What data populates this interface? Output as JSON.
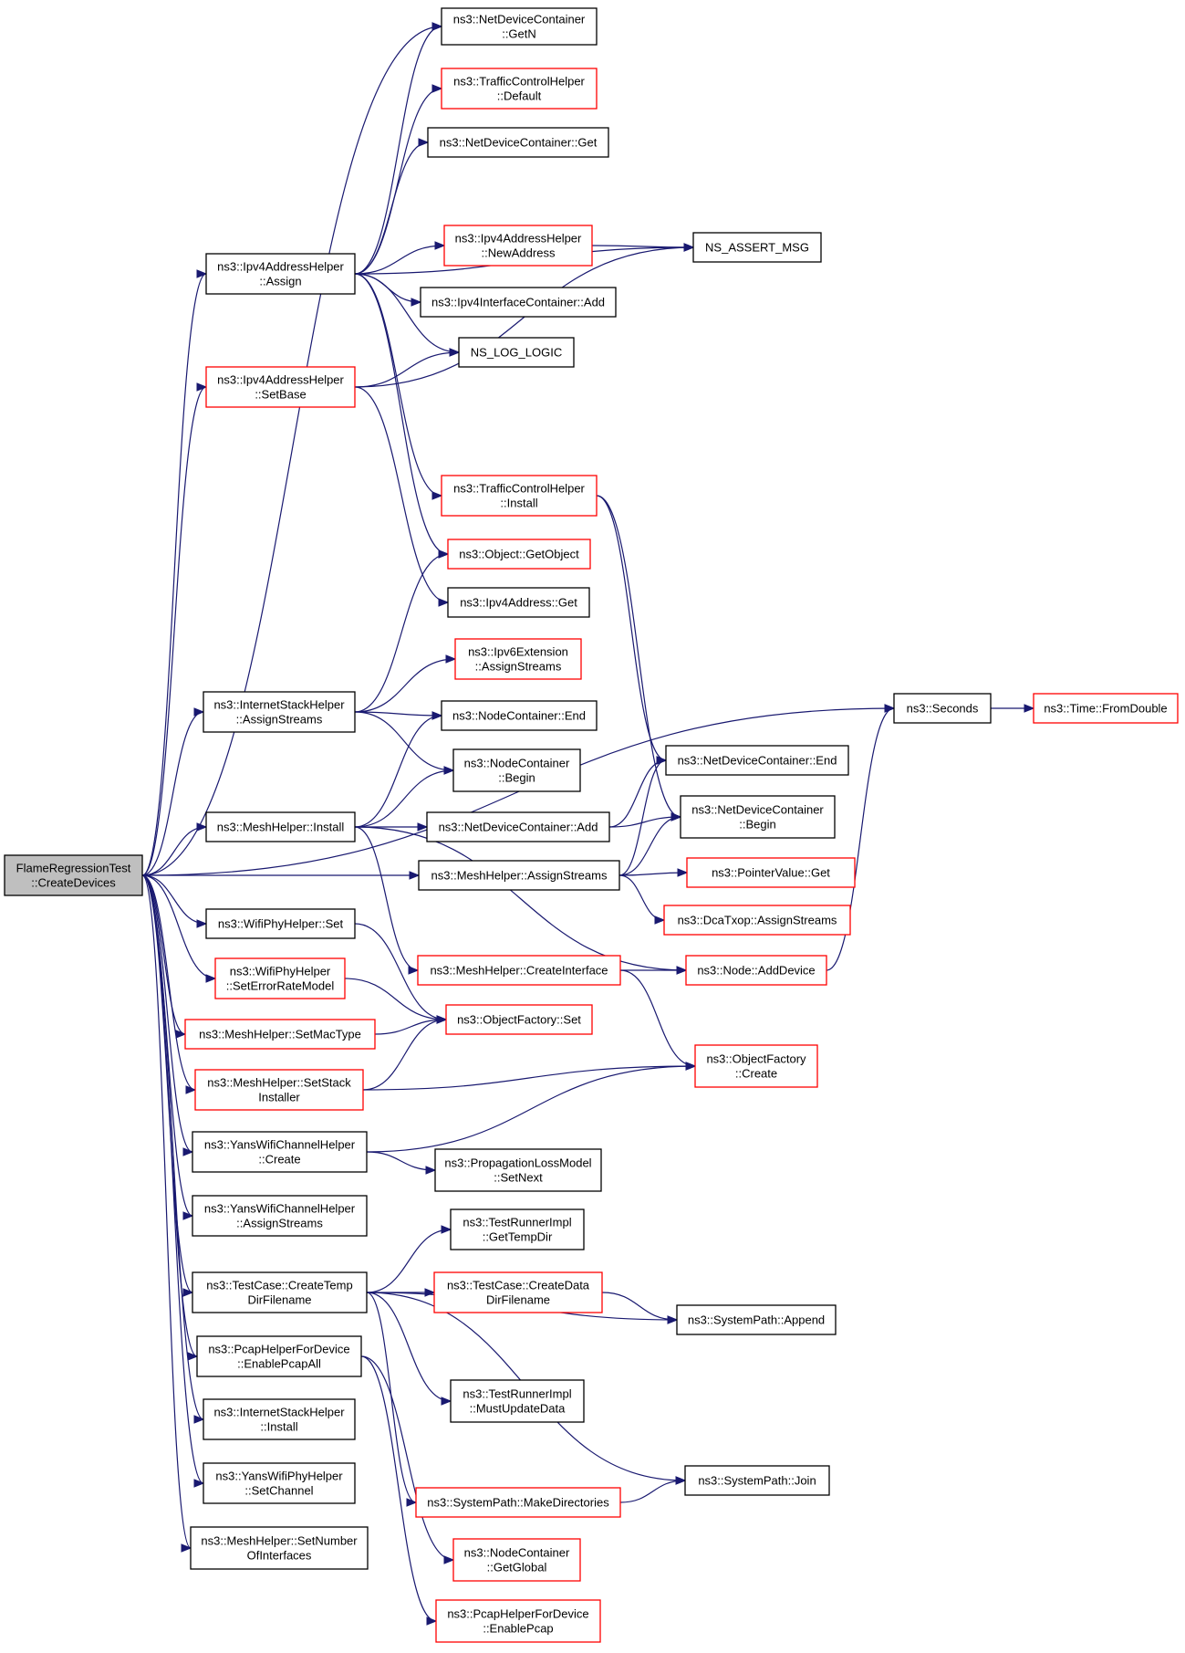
{
  "colors": {
    "edge": "#191970",
    "external_border": "#000000",
    "undocumented_border": "#ff0000",
    "root_fill": "#bfbfbf"
  },
  "nodes": [
    {
      "id": "root",
      "lines": [
        "FlameRegressionTest",
        "::CreateDevices"
      ],
      "style": "root"
    },
    {
      "id": "ndc_getn",
      "lines": [
        "ns3::NetDeviceContainer",
        "::GetN"
      ],
      "style": "black"
    },
    {
      "id": "tch_default",
      "lines": [
        "ns3::TrafficControlHelper",
        "::Default"
      ],
      "style": "red"
    },
    {
      "id": "ndc_get",
      "lines": [
        "ns3::NetDeviceContainer::Get"
      ],
      "style": "black"
    },
    {
      "id": "ns_assert",
      "lines": [
        "NS_ASSERT_MSG"
      ],
      "style": "black"
    },
    {
      "id": "ipv4ah_newaddr",
      "lines": [
        "ns3::Ipv4AddressHelper",
        "::NewAddress"
      ],
      "style": "red"
    },
    {
      "id": "ipv4ah_assign",
      "lines": [
        "ns3::Ipv4AddressHelper",
        "::Assign"
      ],
      "style": "black"
    },
    {
      "id": "ipv4ic_add",
      "lines": [
        "ns3::Ipv4InterfaceContainer::Add"
      ],
      "style": "black"
    },
    {
      "id": "ns_log_logic",
      "lines": [
        "NS_LOG_LOGIC"
      ],
      "style": "black"
    },
    {
      "id": "ipv4ah_setbase",
      "lines": [
        "ns3::Ipv4AddressHelper",
        "::SetBase"
      ],
      "style": "red"
    },
    {
      "id": "tch_install",
      "lines": [
        "ns3::TrafficControlHelper",
        "::Install"
      ],
      "style": "red"
    },
    {
      "id": "obj_getobject",
      "lines": [
        "ns3::Object::GetObject"
      ],
      "style": "red"
    },
    {
      "id": "ipv4addr_get",
      "lines": [
        "ns3::Ipv4Address::Get"
      ],
      "style": "black"
    },
    {
      "id": "ipv6ext_assign",
      "lines": [
        "ns3::Ipv6Extension",
        "::AssignStreams"
      ],
      "style": "red"
    },
    {
      "id": "ish_assign",
      "lines": [
        "ns3::InternetStackHelper",
        "::AssignStreams"
      ],
      "style": "black"
    },
    {
      "id": "nc_end",
      "lines": [
        "ns3::NodeContainer::End"
      ],
      "style": "black"
    },
    {
      "id": "seconds",
      "lines": [
        "ns3::Seconds"
      ],
      "style": "black"
    },
    {
      "id": "time_fromdouble",
      "lines": [
        "ns3::Time::FromDouble"
      ],
      "style": "red"
    },
    {
      "id": "nc_begin",
      "lines": [
        "ns3::NodeContainer",
        "::Begin"
      ],
      "style": "black"
    },
    {
      "id": "ndc_end",
      "lines": [
        "ns3::NetDeviceContainer::End"
      ],
      "style": "black"
    },
    {
      "id": "mesh_install",
      "lines": [
        "ns3::MeshHelper::Install"
      ],
      "style": "black"
    },
    {
      "id": "ndc_add",
      "lines": [
        "ns3::NetDeviceContainer::Add"
      ],
      "style": "black"
    },
    {
      "id": "ndc_begin",
      "lines": [
        "ns3::NetDeviceContainer",
        "::Begin"
      ],
      "style": "black"
    },
    {
      "id": "mesh_assign",
      "lines": [
        "ns3::MeshHelper::AssignStreams"
      ],
      "style": "black"
    },
    {
      "id": "pv_get",
      "lines": [
        "ns3::PointerValue::Get"
      ],
      "style": "red"
    },
    {
      "id": "dca_assign",
      "lines": [
        "ns3::DcaTxop::AssignStreams"
      ],
      "style": "red"
    },
    {
      "id": "wph_set",
      "lines": [
        "ns3::WifiPhyHelper::Set"
      ],
      "style": "black"
    },
    {
      "id": "mesh_createif",
      "lines": [
        "ns3::MeshHelper::CreateInterface"
      ],
      "style": "red"
    },
    {
      "id": "node_adddevice",
      "lines": [
        "ns3::Node::AddDevice"
      ],
      "style": "red"
    },
    {
      "id": "wph_seterr",
      "lines": [
        "ns3::WifiPhyHelper",
        "::SetErrorRateModel"
      ],
      "style": "red"
    },
    {
      "id": "of_set",
      "lines": [
        "ns3::ObjectFactory::Set"
      ],
      "style": "red"
    },
    {
      "id": "mesh_setmac",
      "lines": [
        "ns3::MeshHelper::SetMacType"
      ],
      "style": "red"
    },
    {
      "id": "of_create",
      "lines": [
        "ns3::ObjectFactory",
        "::Create"
      ],
      "style": "red"
    },
    {
      "id": "mesh_setstack",
      "lines": [
        "ns3::MeshHelper::SetStack",
        "Installer"
      ],
      "style": "red"
    },
    {
      "id": "ywch_create",
      "lines": [
        "ns3::YansWifiChannelHelper",
        "::Create"
      ],
      "style": "black"
    },
    {
      "id": "plm_setnext",
      "lines": [
        "ns3::PropagationLossModel",
        "::SetNext"
      ],
      "style": "black"
    },
    {
      "id": "ywch_assign",
      "lines": [
        "ns3::YansWifiChannelHelper",
        "::AssignStreams"
      ],
      "style": "black"
    },
    {
      "id": "tri_gettemp",
      "lines": [
        "ns3::TestRunnerImpl",
        "::GetTempDir"
      ],
      "style": "black"
    },
    {
      "id": "tc_createtemp",
      "lines": [
        "ns3::TestCase::CreateTemp",
        "DirFilename"
      ],
      "style": "black"
    },
    {
      "id": "tc_createdata",
      "lines": [
        "ns3::TestCase::CreateData",
        "DirFilename"
      ],
      "style": "red"
    },
    {
      "id": "sp_append",
      "lines": [
        "ns3::SystemPath::Append"
      ],
      "style": "black"
    },
    {
      "id": "phd_enableall",
      "lines": [
        "ns3::PcapHelperForDevice",
        "::EnablePcapAll"
      ],
      "style": "black"
    },
    {
      "id": "tri_mustupdate",
      "lines": [
        "ns3::TestRunnerImpl",
        "::MustUpdateData"
      ],
      "style": "black"
    },
    {
      "id": "ish_install",
      "lines": [
        "ns3::InternetStackHelper",
        "::Install"
      ],
      "style": "black"
    },
    {
      "id": "ywph_setchannel",
      "lines": [
        "ns3::YansWifiPhyHelper",
        "::SetChannel"
      ],
      "style": "black"
    },
    {
      "id": "sp_join",
      "lines": [
        "ns3::SystemPath::Join"
      ],
      "style": "black"
    },
    {
      "id": "sp_makedirs",
      "lines": [
        "ns3::SystemPath::MakeDirectories"
      ],
      "style": "red"
    },
    {
      "id": "mesh_setnumif",
      "lines": [
        "ns3::MeshHelper::SetNumber",
        "OfInterfaces"
      ],
      "style": "black"
    },
    {
      "id": "nc_getglobal",
      "lines": [
        "ns3::NodeContainer",
        "::GetGlobal"
      ],
      "style": "red"
    },
    {
      "id": "phd_enable",
      "lines": [
        "ns3::PcapHelperForDevice",
        "::EnablePcap"
      ],
      "style": "red"
    }
  ],
  "edges": [
    [
      "root",
      "ndc_getn"
    ],
    [
      "root",
      "ipv4ah_assign"
    ],
    [
      "root",
      "ipv4ah_setbase"
    ],
    [
      "root",
      "seconds"
    ],
    [
      "root",
      "ish_assign"
    ],
    [
      "root",
      "mesh_install"
    ],
    [
      "root",
      "mesh_assign"
    ],
    [
      "root",
      "wph_set"
    ],
    [
      "root",
      "wph_seterr"
    ],
    [
      "root",
      "mesh_setmac"
    ],
    [
      "root",
      "mesh_setstack"
    ],
    [
      "root",
      "ywch_create"
    ],
    [
      "root",
      "ywch_assign"
    ],
    [
      "root",
      "tc_createtemp"
    ],
    [
      "root",
      "phd_enableall"
    ],
    [
      "root",
      "ish_install"
    ],
    [
      "root",
      "ywph_setchannel"
    ],
    [
      "root",
      "mesh_setnumif"
    ],
    [
      "ipv4ah_assign",
      "ndc_getn"
    ],
    [
      "ipv4ah_assign",
      "tch_default"
    ],
    [
      "ipv4ah_assign",
      "ndc_get"
    ],
    [
      "ipv4ah_assign",
      "ns_assert"
    ],
    [
      "ipv4ah_assign",
      "ipv4ah_newaddr"
    ],
    [
      "ipv4ah_assign",
      "ipv4ic_add"
    ],
    [
      "ipv4ah_assign",
      "ns_log_logic"
    ],
    [
      "ipv4ah_assign",
      "tch_install"
    ],
    [
      "ipv4ah_assign",
      "obj_getobject"
    ],
    [
      "ipv4ah_newaddr",
      "ns_assert"
    ],
    [
      "ipv4ah_setbase",
      "ns_log_logic"
    ],
    [
      "ipv4ah_setbase",
      "ns_assert"
    ],
    [
      "ipv4ah_setbase",
      "ipv4addr_get"
    ],
    [
      "tch_install",
      "ndc_end"
    ],
    [
      "tch_install",
      "ndc_begin"
    ],
    [
      "ish_assign",
      "obj_getobject"
    ],
    [
      "ish_assign",
      "ipv6ext_assign"
    ],
    [
      "ish_assign",
      "nc_end"
    ],
    [
      "ish_assign",
      "nc_begin"
    ],
    [
      "seconds",
      "time_fromdouble"
    ],
    [
      "mesh_install",
      "nc_end"
    ],
    [
      "mesh_install",
      "nc_begin"
    ],
    [
      "mesh_install",
      "ndc_add"
    ],
    [
      "mesh_install",
      "mesh_createif"
    ],
    [
      "mesh_install",
      "node_adddevice"
    ],
    [
      "ndc_add",
      "ndc_end"
    ],
    [
      "ndc_add",
      "ndc_begin"
    ],
    [
      "mesh_assign",
      "ndc_end"
    ],
    [
      "mesh_assign",
      "ndc_begin"
    ],
    [
      "mesh_assign",
      "pv_get"
    ],
    [
      "mesh_assign",
      "dca_assign"
    ],
    [
      "wph_set",
      "of_set"
    ],
    [
      "wph_seterr",
      "of_set"
    ],
    [
      "mesh_setmac",
      "of_set"
    ],
    [
      "mesh_setstack",
      "of_set"
    ],
    [
      "mesh_setstack",
      "of_create"
    ],
    [
      "mesh_createif",
      "node_adddevice"
    ],
    [
      "mesh_createif",
      "of_create"
    ],
    [
      "node_adddevice",
      "seconds"
    ],
    [
      "ywch_create",
      "of_create"
    ],
    [
      "ywch_create",
      "plm_setnext"
    ],
    [
      "tc_createtemp",
      "tri_gettemp"
    ],
    [
      "tc_createtemp",
      "tc_createdata"
    ],
    [
      "tc_createtemp",
      "sp_append"
    ],
    [
      "tc_createtemp",
      "tri_mustupdate"
    ],
    [
      "tc_createtemp",
      "sp_join"
    ],
    [
      "tc_createtemp",
      "sp_makedirs"
    ],
    [
      "tc_createdata",
      "sp_append"
    ],
    [
      "phd_enableall",
      "nc_getglobal"
    ],
    [
      "phd_enableall",
      "phd_enable"
    ],
    [
      "sp_makedirs",
      "sp_join"
    ]
  ]
}
